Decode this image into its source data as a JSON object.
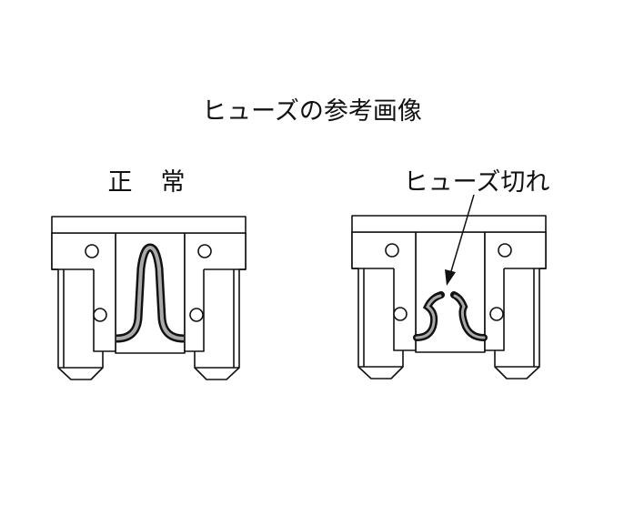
{
  "title": "ヒューズの参考画像",
  "fuses": [
    {
      "label": "正　常",
      "state": "normal"
    },
    {
      "label": "ヒューズ切れ",
      "state": "blown"
    }
  ],
  "colors": {
    "line": "#111111",
    "wire_fill": "#aaaaaa",
    "body": "#ffffff"
  }
}
